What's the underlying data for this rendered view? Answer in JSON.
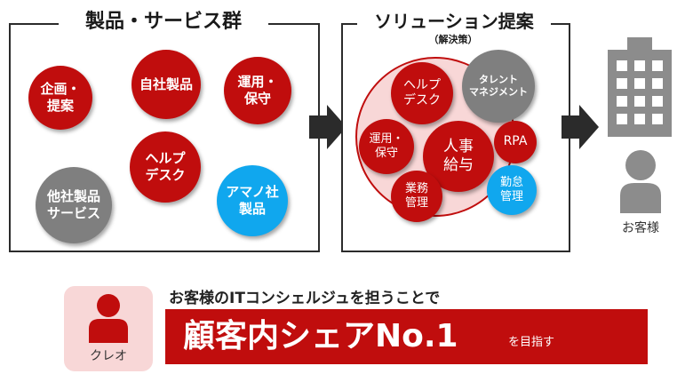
{
  "products": {
    "title": "製品・サービス群",
    "items": [
      {
        "label": "企画・\n提案",
        "color": "red"
      },
      {
        "label": "自社製品",
        "color": "red"
      },
      {
        "label": "運用・\n保守",
        "color": "red"
      },
      {
        "label": "ヘルプ\nデスク",
        "color": "red"
      },
      {
        "label": "他社製品\nサービス",
        "color": "grey"
      },
      {
        "label": "アマノ社\n製品",
        "color": "blue"
      }
    ]
  },
  "solutions": {
    "title": "ソリューション提案",
    "subtitle": "（解決策）",
    "items": [
      {
        "label": "ヘルプ\nデスク",
        "color": "red"
      },
      {
        "label": "タレント\nマネジメント",
        "color": "grey"
      },
      {
        "label": "運用・\n保守",
        "color": "red"
      },
      {
        "label": "人事\n給与",
        "color": "red"
      },
      {
        "label": "RPA",
        "color": "red"
      },
      {
        "label": "業務\n管理",
        "color": "red"
      },
      {
        "label": "勤怠\n管理",
        "color": "blue"
      }
    ]
  },
  "customer": {
    "label": "お客様"
  },
  "mission": {
    "company": "クレオ",
    "lead": "お客様のITコンシェルジュを担うことで",
    "headline": "顧客内シェアNo.1",
    "suffix": "を目指す"
  },
  "colors": {
    "red": "#c00d0d",
    "grey": "#7f7f7f",
    "blue": "#10a7ee",
    "pink_bg": "#f8d7d7",
    "arrow": "#2b2b2b",
    "building": "#8c8c8c"
  }
}
